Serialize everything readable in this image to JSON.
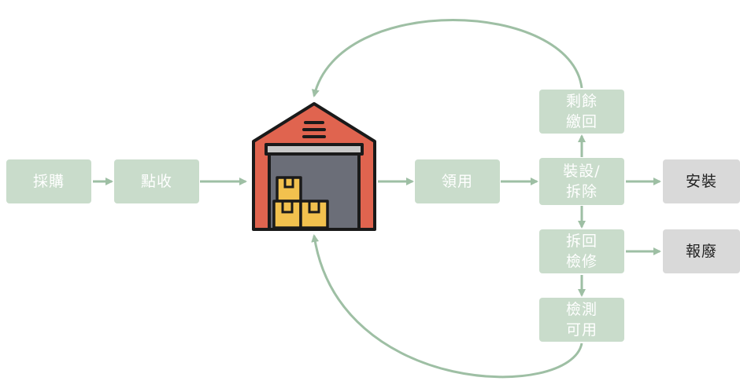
{
  "colors": {
    "node_fill": "#c9dccb",
    "node_text": "#ffffff",
    "end_fill": "#d9d9d9",
    "end_text": "#222222",
    "arrow": "#9ebfa4",
    "roof": "#e0644f",
    "door": "#6b6e78",
    "box": "#f2c14e"
  },
  "center_icon": "warehouse-icon",
  "nodes": {
    "purchase": "採購",
    "receive": "點收",
    "requisition": "領用",
    "install_remove_1": "裝設/",
    "install_remove_2": "拆除",
    "surplus_return_1": "剩餘",
    "surplus_return_2": "繳回",
    "remove_repair_1": "拆回",
    "remove_repair_2": "檢修",
    "test_usable_1": "檢測",
    "test_usable_2": "可用",
    "install": "安裝",
    "scrap": "報廢"
  }
}
